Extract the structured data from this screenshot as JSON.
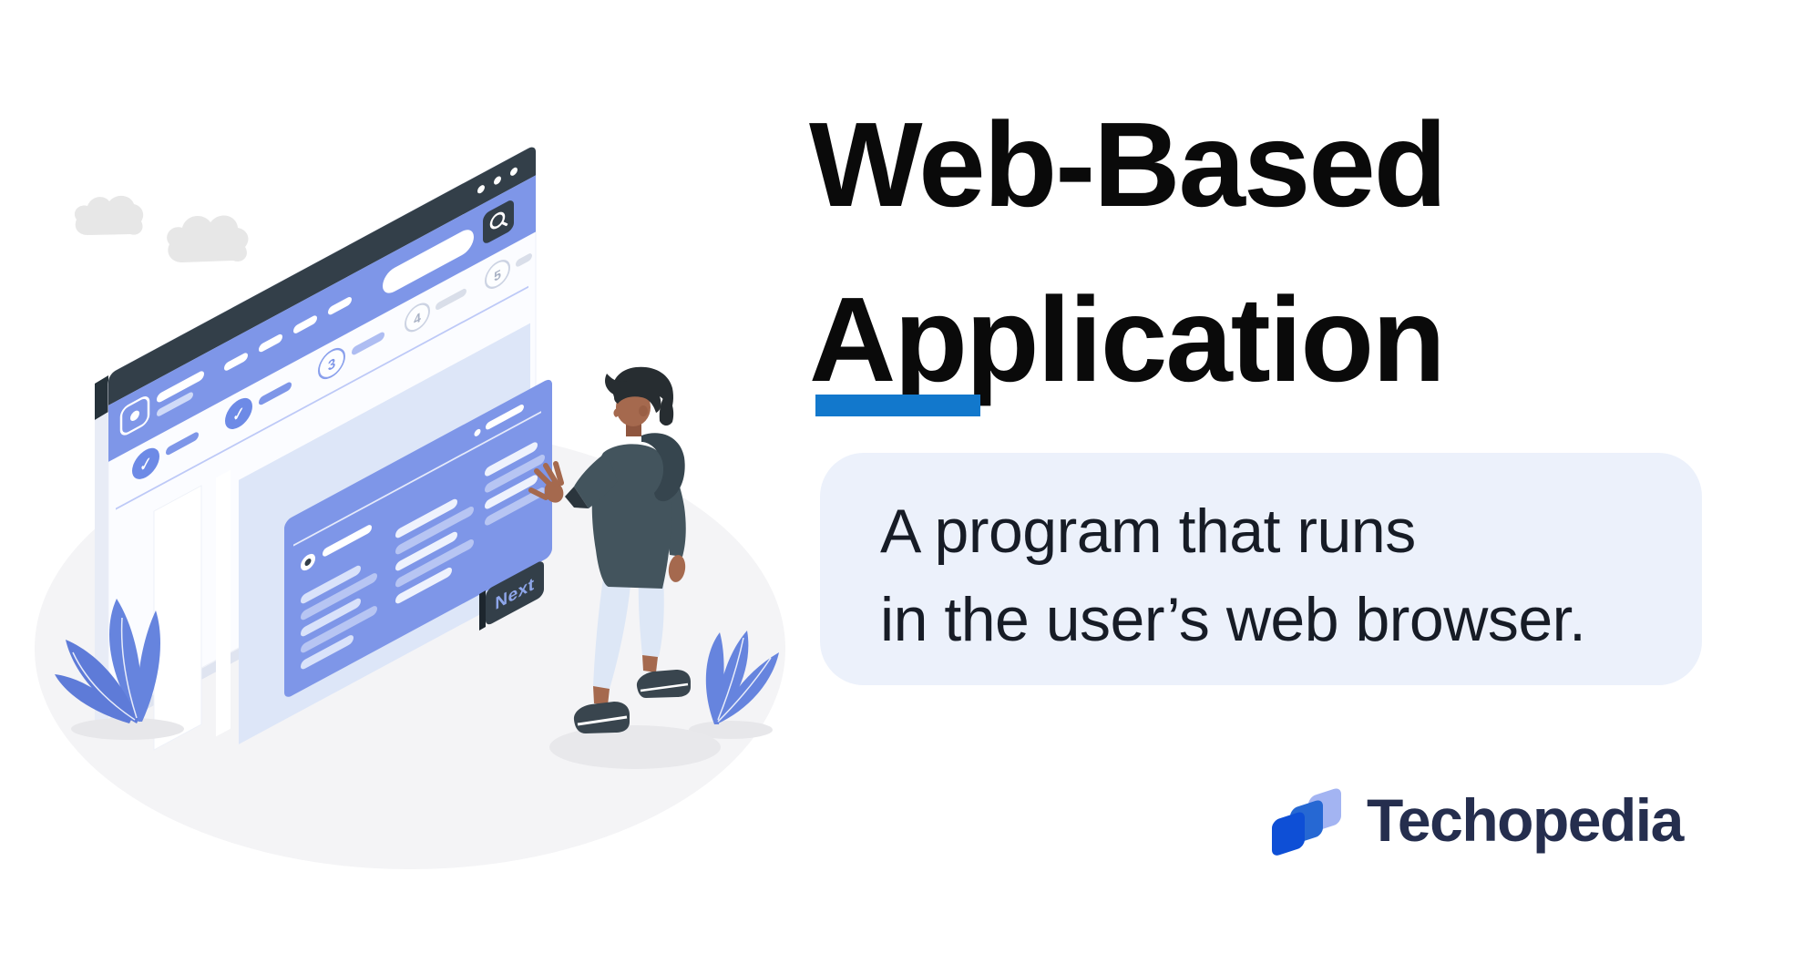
{
  "title": {
    "line1": "Web-Based",
    "line2": "Application"
  },
  "underline_color": "#1278cc",
  "definition": {
    "line1": "A program that runs",
    "line2": "in the user’s web browser.",
    "bg": "#ecf1fb"
  },
  "brand": {
    "name": "Techopedia",
    "text_color": "#252e4e",
    "mark": {
      "front": "#0e4fd6",
      "middle": "#2668d3",
      "back": "#a3b4f2"
    }
  },
  "illustration": {
    "next_label": "Next",
    "check_glyph": "✓",
    "steps": [
      "3",
      "4",
      "5"
    ],
    "colors": {
      "ground": "#f4f4f6",
      "window_bar": "#333f49",
      "primary": "#7e96e8",
      "panel": "#dde6f8",
      "plant": "#6684de",
      "skin": "#a5694e",
      "jacket": "#43545d",
      "pants": "#dde7f6",
      "cloud": "#e7e7e7"
    }
  }
}
